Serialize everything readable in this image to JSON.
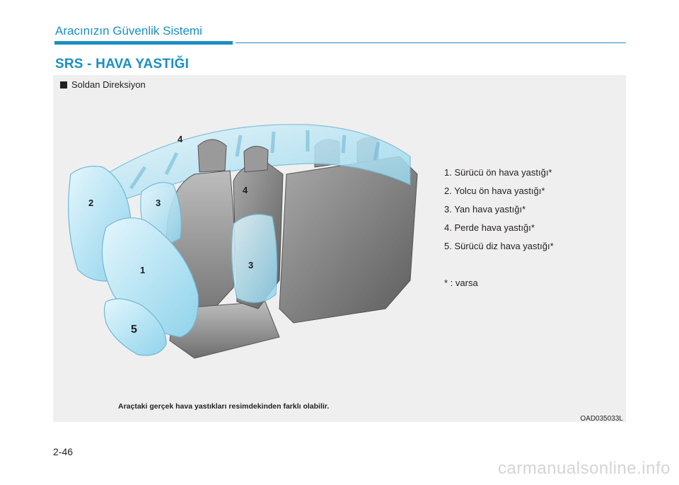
{
  "header": {
    "section_title": "Aracınızın Güvenlik Sistemi",
    "page_heading": "SRS - HAVA YASTIĞI"
  },
  "figure": {
    "sub_label": "Soldan Direksiyon",
    "callouts": {
      "driver_front": "1",
      "passenger_front": "2",
      "side_front": "3",
      "side_seat": "3",
      "curtain_front": "4",
      "curtain_center": "4",
      "knee": "5"
    },
    "legend": [
      "1. Sürücü ön hava yastığı*",
      "2. Yolcu ön hava yastığı*",
      "3. Yan hava yastığı*",
      "4. Perde hava yastığı*",
      "5. Sürücü diz hava yastığı*"
    ],
    "note": "* : varsa",
    "caption": "Araçtaki gerçek hava yastıkları resimdekinden farklı olabilir.",
    "image_code": "OAD035033L"
  },
  "footer": {
    "page_number": "2-46",
    "watermark": "carmanualsonline.info"
  },
  "colors": {
    "accent": "#1b8fc4",
    "airbag": "#aee3f4",
    "panel": "#efefef"
  }
}
